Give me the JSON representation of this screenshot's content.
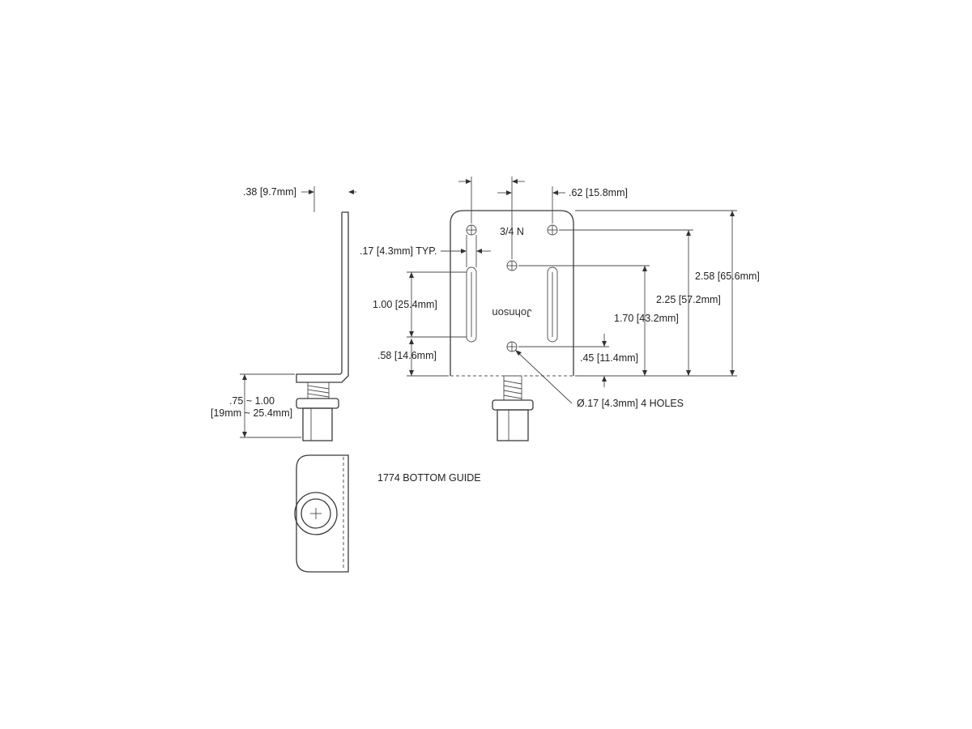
{
  "drawing": {
    "title": "1774 BOTTOM GUIDE",
    "brand_mark": "Johnson",
    "door_thickness": "3/4 N",
    "dimensions": {
      "flange_depth": ".38 [9.7mm]",
      "slot_width": ".17 [4.3mm] TYP.",
      "slot_length": "1.00 [25.4mm]",
      "slot_offset": ".58 [14.6mm]",
      "hole_offset": ".62 [15.8mm]",
      "overall_height": "2.58 [65.6mm]",
      "top_hole_height": "2.25 [57.2mm]",
      "mid_hole_height": "1.70 [43.2mm]",
      "bottom_hole_height": ".45 [11.4mm]",
      "hole_diameter": "Ø.17 [4.3mm] 4 HOLES",
      "roller_range_in": ".75 ~ 1.00",
      "roller_range_mm": "[19mm ~ 25.4mm]"
    }
  }
}
